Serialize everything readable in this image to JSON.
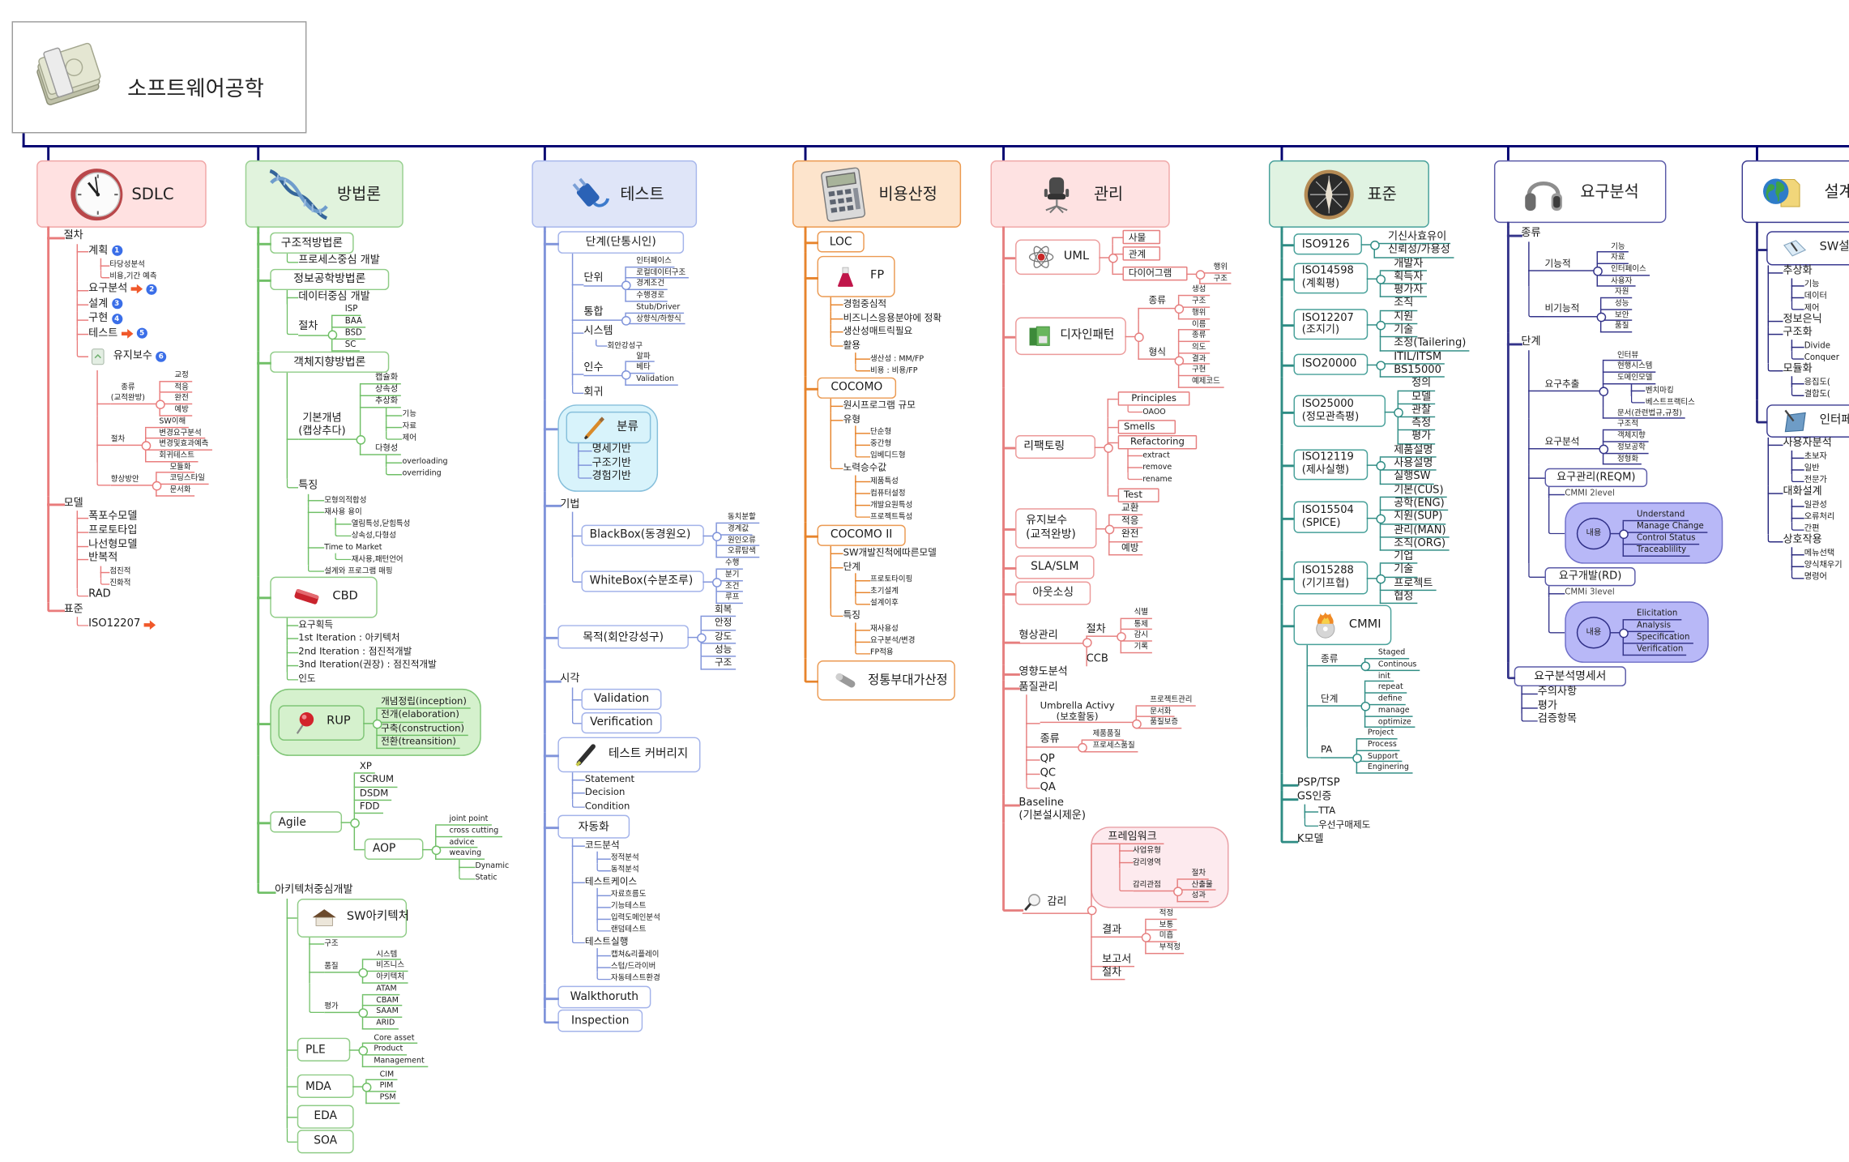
{
  "document": {
    "title": "소프트웨어공학",
    "icon": "money-clip-icon"
  },
  "branch_colors": {
    "sdlc": "#e97b7b",
    "methodology": "#6fbf66",
    "testing": "#7f93da",
    "cost": "#e7842c",
    "management": "#e67f7f",
    "standards": "#2e8c84",
    "requirements": "#34348a",
    "design": "#28287e"
  },
  "sdlc": {
    "title": "SDLC",
    "icon": "clock-icon",
    "items": [
      {
        "label": "절차",
        "items": [
          {
            "label": "계획",
            "badge": "1",
            "items": [
              "타당성분석",
              "비용,기간 예측"
            ]
          },
          {
            "label": "요구분석",
            "link": "arrow-right-icon",
            "badge": "2"
          },
          {
            "label": "설계",
            "badge": "3"
          },
          {
            "label": "구현",
            "badge": "4"
          },
          {
            "label": "테스트",
            "link": "arrow-right-icon",
            "badge": "5"
          },
          {
            "label": "유지보수",
            "icon": "recycle-bin-icon",
            "badge": "6",
            "items": [
              {
                "label": "종류\n(교적완방)",
                "items": [
                  "교정",
                  "적응",
                  "완전",
                  "예방"
                ]
              },
              {
                "label": "절차",
                "items": [
                  "SW이해",
                  "변경요구분석",
                  "변경및효과예측",
                  "회귀테스트"
                ]
              },
              {
                "label": "향상방안",
                "items": [
                  "모듈화",
                  "코딩스타일",
                  "문서화"
                ]
              }
            ]
          }
        ]
      },
      {
        "label": "모델",
        "items": [
          "폭포수모델",
          "프로토타입",
          "나선형모델",
          {
            "label": "반복적",
            "items": [
              "점진적",
              "진화적"
            ]
          },
          "RAD"
        ]
      },
      {
        "label": "표준",
        "items": [
          {
            "label": "ISO12207",
            "link": "arrow-right-icon"
          }
        ]
      }
    ]
  },
  "methodology": {
    "title": "방법론",
    "icon": "dna-icon",
    "items": [
      {
        "label": "구조적방법론",
        "items": [
          "프로세스중심 개발"
        ]
      },
      {
        "label": "정보공학방법론",
        "items": [
          "데이터중심 개발",
          {
            "label": "절차",
            "items": [
              "ISP",
              "BAA",
              "BSD",
              "SC"
            ]
          }
        ]
      },
      {
        "label": "객체지향방법론",
        "items": [
          {
            "label": "기본개념\n(캡상추다)",
            "items": [
              "캡슐화",
              "상속성",
              {
                "label": "추상화",
                "items": [
                  "기능",
                  "자료",
                  "제어"
                ]
              },
              {
                "label": "다형성",
                "items": [
                  "overloading",
                  "overriding"
                ]
              }
            ]
          },
          {
            "label": "특징",
            "items": [
              "모형의적합성",
              {
                "label": "재사용 용이",
                "items": [
                  "열림특성,닫힘특성",
                  "상속성,다형성"
                ]
              },
              {
                "label": "Time to Market",
                "items": [
                  "재사용,패턴언어"
                ]
              },
              "설계와 프로그램 매핑"
            ]
          }
        ]
      },
      {
        "label": "CBD",
        "icon": "eraser-icon",
        "items": [
          "요구획득",
          "1st Iteration : 아키텍처",
          "2nd Iteration : 점진적개발",
          "3nd Iteration(권장) : 점진적개발",
          "인도"
        ]
      },
      {
        "label": "RUP",
        "icon": "pushpin-icon",
        "items": [
          "개념정립(inception)",
          "전개(elaboration)",
          "구축(construction)",
          "전환(treansition)"
        ]
      },
      {
        "label": "Agile",
        "items": [
          "XP",
          "SCRUM",
          "DSDM",
          "FDD",
          {
            "label": "AOP",
            "items": [
              "joint point",
              "cross cutting",
              "advice",
              {
                "label": "weaving",
                "items": [
                  "Dynamic",
                  "Static"
                ]
              }
            ]
          }
        ]
      },
      {
        "label": "아키텍처중심개발",
        "items": [
          {
            "label": "SW아키텍처",
            "icon": "house-icon",
            "items": [
              "구조",
              {
                "label": "품질",
                "items": [
                  "시스템",
                  "비즈니스",
                  "아키텍처"
                ]
              },
              {
                "label": "평가",
                "items": [
                  "ATAM",
                  "CBAM",
                  "SAAM",
                  "ARID"
                ]
              }
            ]
          },
          {
            "label": "PLE",
            "items": [
              "Core asset",
              "Product",
              "Management"
            ]
          },
          {
            "label": "MDA",
            "items": [
              "CIM",
              "PIM",
              "PSM"
            ]
          },
          "EDA",
          "SOA"
        ]
      }
    ]
  },
  "testing": {
    "title": "테스트",
    "icon": "plug-icon",
    "items": [
      {
        "label": "단계(단통시인)",
        "items": [
          {
            "label": "단위",
            "items": [
              "인터페이스",
              "로컬데이터구조",
              "경계조건",
              "수행경로"
            ]
          },
          {
            "label": "통합",
            "items": [
              "Stub/Driver",
              "상향식/하향식"
            ]
          },
          {
            "label": "시스템",
            "items": [
              "회안강성구"
            ]
          },
          {
            "label": "인수",
            "items": [
              "알파",
              "베타",
              "Validation"
            ]
          },
          "회귀"
        ]
      },
      {
        "label": "분류",
        "icon": "pencil-icon",
        "items": [
          "명세기반",
          "구조기반",
          "경험기반"
        ]
      },
      {
        "label": "기법",
        "items": [
          {
            "label": "BlackBox(동경원오)",
            "items": [
              "동치분할",
              "경계값",
              "원인오류",
              "오류탐색"
            ]
          },
          {
            "label": "WhiteBox(수분조루)",
            "items": [
              "수행",
              "분기",
              "조건",
              "루프"
            ]
          }
        ]
      },
      {
        "label": "목적(회안강성구)",
        "items": [
          "회복",
          "안정",
          "강도",
          "성능",
          "구조"
        ]
      },
      {
        "label": "시각",
        "items": [
          "Validation",
          "Verification"
        ]
      },
      {
        "label": "테스트 커버리지",
        "icon": "marker-icon",
        "items": [
          "Statement",
          "Decision",
          "Condition"
        ]
      },
      {
        "label": "자동화",
        "items": [
          {
            "label": "코드분석",
            "items": [
              "정적분석",
              "동적분석"
            ]
          },
          {
            "label": "테스트케이스",
            "items": [
              "자료흐름도",
              "기능테스트",
              "입력도메인분석",
              "랜덤테스트"
            ]
          },
          {
            "label": "테스트실행",
            "items": [
              "캡쳐&리플레이",
              "스텁/드라이버",
              "자동테스트환경"
            ]
          }
        ]
      },
      "Walkthoruth",
      "Inspection"
    ]
  },
  "cost": {
    "title": "비용산정",
    "icon": "calculator-icon",
    "items": [
      "LOC",
      {
        "label": "FP",
        "icon": "flask-icon",
        "items": [
          "경험중심적",
          "비즈니스응용분야에 정확",
          "생산성매트릭필요",
          {
            "label": "활용",
            "items": [
              "생산성 : MM/FP",
              "비용 : 비용/FP"
            ]
          }
        ]
      },
      {
        "label": "COCOMO",
        "items": [
          "원시프로그램 규모",
          {
            "label": "유형",
            "items": [
              "단순형",
              "중간형",
              "임베디드형"
            ]
          },
          {
            "label": "노력승수값",
            "items": [
              "제품특성",
              "컴퓨터설정",
              "개발요원특성",
              "프로젝트특성"
            ]
          }
        ]
      },
      {
        "label": "COCOMO II",
        "items": [
          "SW개발진척에따른모델",
          {
            "label": "단계",
            "items": [
              "프로토타이핑",
              "초기설계",
              "설계이후"
            ]
          },
          {
            "label": "특징",
            "items": [
              "재사용성",
              "요구분석/변경",
              "FP적용"
            ]
          }
        ]
      },
      {
        "label": "정통부대가산정",
        "icon": "microphone-icon"
      }
    ]
  },
  "management": {
    "title": "관리",
    "icon": "chair-icon",
    "items": [
      {
        "label": "UML",
        "icon": "atom-icon",
        "items": [
          "사물",
          "관계",
          {
            "label": "다이어그램",
            "items": [
              "행위",
              "구조"
            ]
          }
        ]
      },
      {
        "label": "디자인패턴",
        "icon": "book-icon",
        "items": [
          {
            "label": "종류",
            "items": [
              "생성",
              "구조",
              "행위"
            ]
          },
          {
            "label": "형식",
            "items": [
              "이름",
              "종류",
              "의도",
              "결과",
              "구현",
              "예제코드"
            ]
          }
        ]
      },
      {
        "label": "리팩토링",
        "items": [
          {
            "label": "Principles",
            "items": [
              "OAOO"
            ]
          },
          "Smells",
          {
            "label": "Refactoring",
            "items": [
              "extract",
              "remove",
              "rename"
            ]
          },
          "Test"
        ]
      },
      {
        "label": "유지보수\n(교적완방)",
        "items": [
          "교환",
          "적응",
          "완전",
          "예방"
        ]
      },
      "SLA/SLM",
      "아웃소싱",
      {
        "label": "형상관리",
        "items": [
          {
            "label": "절차",
            "items": [
              "식별",
              "통제",
              "감시",
              "기록"
            ]
          },
          "CCB"
        ]
      },
      "영향도분석",
      {
        "label": "품질관리",
        "items": [
          {
            "label": "Umbrella Activy\n(보호활동)",
            "items": [
              "프로젝트관리",
              "문서화",
              "품질보증"
            ]
          },
          {
            "label": "종류",
            "items": [
              "제품품질",
              "프로세스품질"
            ]
          },
          "QP",
          "QC",
          "QA"
        ]
      },
      "Baseline\n(기본설시제운)",
      {
        "label": "감리",
        "icon": "magnifier-icon",
        "items": [
          {
            "label": "프레임워크",
            "items": [
              "사업유형",
              "감리영역",
              {
                "label": "감리관점",
                "items": [
                  "절차",
                  "산출물",
                  "성과"
                ]
              }
            ]
          },
          {
            "label": "결과",
            "items": [
              "적정",
              "보통",
              "미흡",
              "부적정"
            ]
          },
          "보고서",
          "절차"
        ]
      }
    ]
  },
  "standards": {
    "title": "표준",
    "icon": "compass-icon",
    "items": [
      {
        "label": "ISO9126",
        "items": [
          "기신사효유이",
          "신뢰성/가용성"
        ]
      },
      {
        "label": "ISO14598\n(계획평)",
        "items": [
          "개발자",
          "획득자",
          "평가자"
        ]
      },
      {
        "label": "ISO12207\n(조지기)",
        "items": [
          "조직",
          "지원",
          "기술",
          "조정(Tailering)"
        ]
      },
      {
        "label": "ISO20000",
        "items": [
          "ITIL/ITSM",
          "BS15000"
        ]
      },
      {
        "label": "ISO25000\n(정모관측평)",
        "items": [
          "정의",
          "모델",
          "관찰",
          "측정",
          "평가"
        ]
      },
      {
        "label": "ISO12119\n(제사실행)",
        "items": [
          "제품설명",
          "사용설명",
          "실행SW"
        ]
      },
      {
        "label": "ISO15504\n(SPICE)",
        "items": [
          "기본(CUS)",
          "공학(ENG)",
          "지원(SUP)",
          "관리(MAN)",
          "조직(ORG)"
        ]
      },
      {
        "label": "ISO15288\n(기기프협)",
        "items": [
          "기업",
          "기술",
          "프로젝트",
          "협정"
        ]
      },
      {
        "label": "CMMI",
        "icon": "burning-cd-icon",
        "items": [
          {
            "label": "종류",
            "items": [
              "Staged",
              "Continous"
            ]
          },
          {
            "label": "단계",
            "items": [
              "init",
              "repeat",
              "define",
              "manage",
              "optimize"
            ]
          },
          {
            "label": "PA",
            "items": [
              "Project",
              "Process",
              "Support",
              "Enginering"
            ]
          }
        ]
      },
      "PSP/TSP",
      {
        "label": "GS인증",
        "items": [
          "TTA",
          "우선구매제도"
        ]
      },
      "K모델"
    ]
  },
  "requirements": {
    "title": "요구분석",
    "icon": "headphones-icon",
    "items": [
      {
        "label": "종류",
        "items": [
          {
            "label": "기능적",
            "items": [
              "기능",
              "자료",
              "인터페이스",
              "사용자"
            ]
          },
          {
            "label": "비기능적",
            "items": [
              "자원",
              "성능",
              "보안",
              "품질"
            ]
          }
        ]
      },
      {
        "label": "단계",
        "items": [
          {
            "label": "요구추출",
            "items": [
              "인터뷰",
              "현행시스템",
              {
                "label": "도메인모델",
                "items": [
                  "벤치마킹",
                  "베스트프랙티스"
                ]
              },
              "문서(관련법규,규정)"
            ]
          },
          {
            "label": "요구분석",
            "items": [
              "구조적",
              "객체지향",
              "정보공학",
              "정형화"
            ]
          },
          {
            "label": "요구관리(REQM)",
            "items": [
              "CMMI 2level",
              {
                "label": "내용",
                "items": [
                  "Understand",
                  "Manage Change",
                  "Control Status",
                  "Traceablility"
                ]
              }
            ]
          },
          {
            "label": "요구개발(RD)",
            "items": [
              "CMMi 3level",
              {
                "label": "내용",
                "items": [
                  "Elicitation",
                  "Analysis",
                  "Specification",
                  "Verification"
                ]
              }
            ]
          }
        ]
      },
      {
        "label": "요구분석명세서",
        "items": [
          "주의사항",
          "평가",
          "검증항목"
        ]
      }
    ]
  },
  "design": {
    "title": "설계",
    "icon": "globe-icon",
    "items": [
      {
        "label": "SW설계",
        "icon": "notepad-icon",
        "items": [
          {
            "label": "추상화",
            "items": [
              "기능",
              "데이터",
              "제어"
            ]
          },
          "정보은닉",
          {
            "label": "구조화",
            "items": [
              "Divide",
              "Conquer"
            ]
          },
          {
            "label": "모듈화",
            "items": [
              "응집도(",
              "결합도("
            ]
          }
        ]
      },
      {
        "label": "인터페이스",
        "icon": "tablet-icon",
        "items": [
          {
            "label": "사용자분석",
            "items": [
              "초보자",
              "일반",
              "전문가"
            ]
          },
          {
            "label": "대화설계",
            "items": [
              "일관성",
              "오류처리",
              "간편"
            ]
          },
          {
            "label": "상호작용",
            "items": [
              "메뉴선택",
              "양식채우기",
              "명령어"
            ]
          }
        ]
      }
    ]
  }
}
